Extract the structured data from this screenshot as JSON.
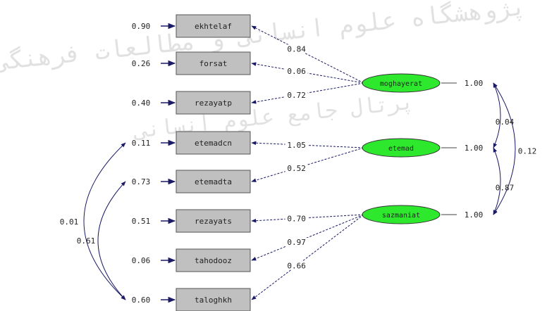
{
  "watermark": {
    "line1": "پژوهشگاه علوم انسانی و مطالعات فرهنگی",
    "line2": "پرتال جامع علوم انسانی"
  },
  "colors": {
    "box_fill": "#c0c0c0",
    "ellipse_fill": "#2ee82e",
    "arrow": "#1a1a66",
    "text": "#222222"
  },
  "observed": [
    {
      "label": "ekhtelaf",
      "error": "0.90"
    },
    {
      "label": "forsat",
      "error": "0.26"
    },
    {
      "label": "rezayatp",
      "error": "0.40"
    },
    {
      "label": "etemadcn",
      "error": "0.11"
    },
    {
      "label": "etemadta",
      "error": "0.73"
    },
    {
      "label": "rezayats",
      "error": "0.51"
    },
    {
      "label": "tahodooz",
      "error": "0.06"
    },
    {
      "label": "taloghkh",
      "error": "0.60"
    }
  ],
  "latent": [
    {
      "label": "moghayerat",
      "variance": "1.00"
    },
    {
      "label": "etemad",
      "variance": "1.00"
    },
    {
      "label": "sazmaniat",
      "variance": "1.00"
    }
  ],
  "loadings": [
    {
      "from": 0,
      "to": 0,
      "value": "0.84"
    },
    {
      "from": 0,
      "to": 1,
      "value": "0.06"
    },
    {
      "from": 0,
      "to": 2,
      "value": "0.72"
    },
    {
      "from": 1,
      "to": 3,
      "value": "1.05"
    },
    {
      "from": 1,
      "to": 4,
      "value": "0.52"
    },
    {
      "from": 2,
      "to": 5,
      "value": "0.70"
    },
    {
      "from": 2,
      "to": 6,
      "value": "0.97"
    },
    {
      "from": 2,
      "to": 7,
      "value": "0.66"
    }
  ],
  "latent_covariances": [
    {
      "a": 0,
      "b": 1,
      "value": "0.04"
    },
    {
      "a": 1,
      "b": 2,
      "value": "0.87"
    },
    {
      "a": 0,
      "b": 2,
      "value": "0.12"
    }
  ],
  "error_covariances": [
    {
      "a": 3,
      "b": 7,
      "value": "0.01"
    },
    {
      "a": 4,
      "b": 7,
      "value": "0.61"
    }
  ]
}
